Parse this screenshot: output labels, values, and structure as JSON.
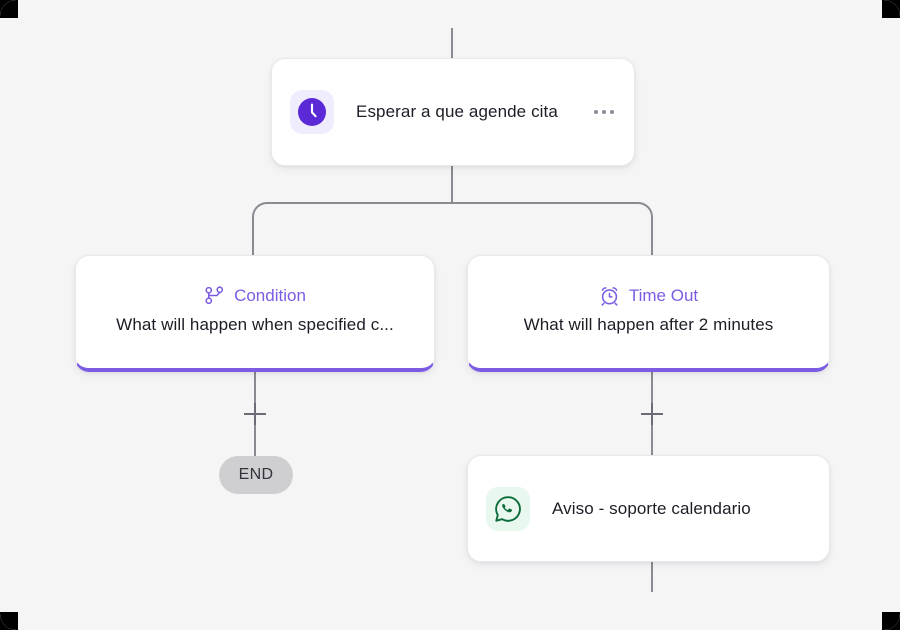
{
  "canvas": {
    "background_color": "#f5f5f6",
    "edge_color": "#8a8a90",
    "accent_color": "#7d5ce4"
  },
  "nodes": {
    "wait_action": {
      "title": "Esperar a que agende cita",
      "icon": "clock-icon",
      "icon_color": "#5b29d6",
      "icon_tile_color": "#efecfe",
      "menu": "overflow-menu"
    },
    "condition_branch": {
      "label": "Condition",
      "description": "What will happen when specified c...",
      "icon": "branch-fork-icon",
      "accent_color": "#7d5ce4"
    },
    "timeout_branch": {
      "label": "Time Out",
      "description": "What will happen after 2 minutes",
      "icon": "alarm-clock-icon",
      "accent_color": "#7d5ce4"
    },
    "whatsapp_action": {
      "title": "Aviso - soporte calendario",
      "icon": "whatsapp-icon",
      "icon_color": "#0b6b3a",
      "icon_tile_color": "#e9f8ef"
    },
    "end_node": {
      "label": "END",
      "background_color": "#cfcfd2"
    }
  },
  "controls": {
    "add_left_label": "+",
    "add_right_label": "+"
  }
}
